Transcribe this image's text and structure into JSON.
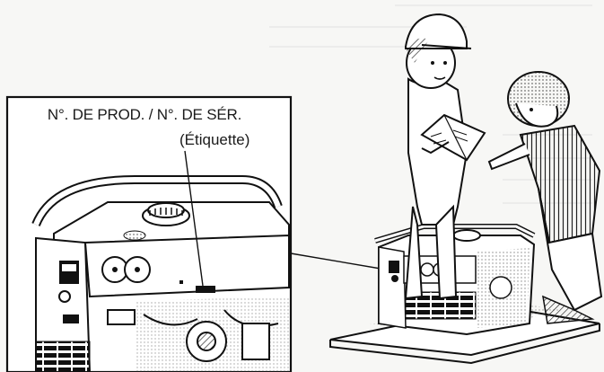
{
  "callout": {
    "title": "N°. DE PROD. / N°. DE SÉR.",
    "subtitle": "(Étiquette)"
  },
  "icons": {
    "inset": "generator-closeup-illustration",
    "scene": "technician-and-customer-illustration"
  },
  "colors": {
    "ink": "#1a1a1a",
    "paper": "#f7f7f5"
  }
}
